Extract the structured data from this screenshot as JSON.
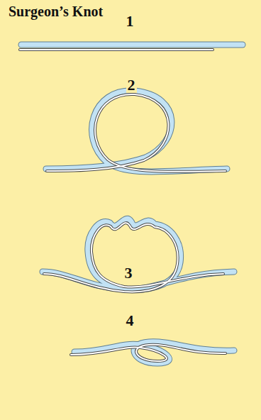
{
  "diagram": {
    "title": "Surgeon’s Knot",
    "labels": [
      "1",
      "2",
      "3",
      "4"
    ]
  }
}
